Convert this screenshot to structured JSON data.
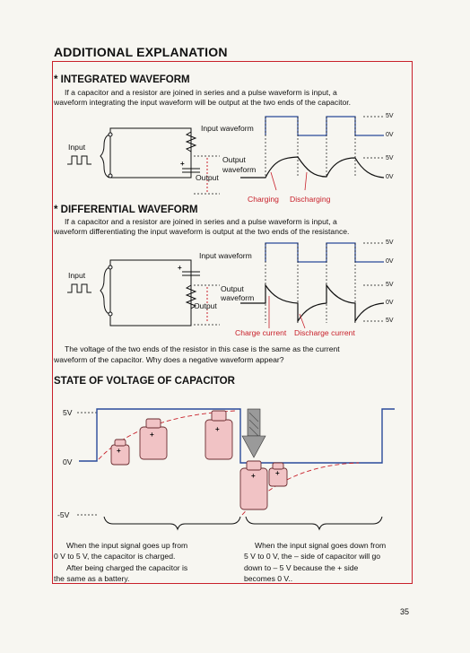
{
  "page": {
    "title": "ADDITIONAL EXPLANATION",
    "page_number": "35"
  },
  "integrated": {
    "heading": "* INTEGRATED WAVEFORM",
    "text_line1": "If a capacitor and a resistor are joined in series and a pulse waveform is input, a",
    "text_line2": "waveform integrating the input waveform will be output at the two ends of the capacitor.",
    "input_label": "Input",
    "input_waveform_label": "Input waveform",
    "output_waveform_label_1": "Output",
    "output_waveform_label_2": "waveform",
    "output_label": "Output",
    "v5": "5V",
    "v0": "0V",
    "charging": "Charging",
    "discharging": "Discharging"
  },
  "differential": {
    "heading": "* DIFFERENTIAL WAVEFORM",
    "text_line1": "If a capacitor and a resistor are joined in series and a pulse waveform is input, a",
    "text_line2": "waveform differentiating the input waveform is output at the two ends of the resistance.",
    "input_label": "Input",
    "input_waveform_label": "Input waveform",
    "output_waveform_label_1": "Output",
    "output_waveform_label_2": "waveform",
    "output_label": "Output",
    "v5": "5V",
    "v0": "0V",
    "vneg5": "5V",
    "charge_current": "Charge current",
    "discharge_current": "Discharge current",
    "note_line1": "The voltage of the two ends of the resistor in this case is the same as the current",
    "note_line2": "waveform of the capacitor. Why does a negative waveform appear?"
  },
  "state": {
    "heading": "STATE OF VOLTAGE OF CAPACITOR",
    "label_5v": "5V",
    "label_0v": "0V",
    "label_neg5v": "-5V",
    "left_line1": "When the input signal goes up from",
    "left_line2": "0 V to 5 V, the capacitor is charged.",
    "left_line3": "After being charged the capacitor is",
    "left_line4": "the same as a battery.",
    "right_line1": "When the input signal goes down from",
    "right_line2": "5 V to 0 V, the – side of capacitor will go",
    "right_line3": "down to – 5 V because the + side",
    "right_line4": "becomes 0 V.."
  },
  "colors": {
    "frame": "#c8202a",
    "waveform_blue": "#2a4a9a",
    "battery_fill": "#f1c3c5"
  }
}
